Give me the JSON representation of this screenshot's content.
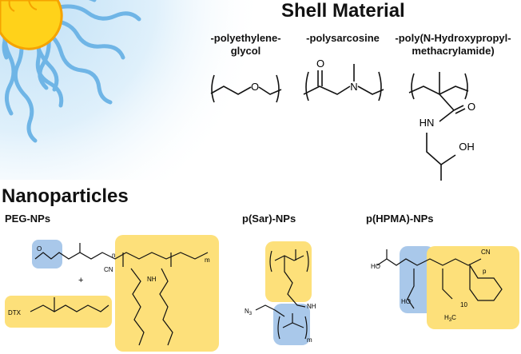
{
  "headings": {
    "shell_material": "Shell Material",
    "nanoparticles": "Nanoparticles"
  },
  "materials": [
    {
      "line1": "-polyethylene-",
      "line2": "glycol"
    },
    {
      "line1": "-polysarcosine",
      "line2": ""
    },
    {
      "line1": "-poly(N-Hydroxypropyl-",
      "line2": "methacrylamide)"
    }
  ],
  "nanoparticles": [
    {
      "label": "PEG-NPs"
    },
    {
      "label": "p(Sar)-NPs"
    },
    {
      "label": "p(HPMA)-NPs"
    }
  ],
  "structure_text": {
    "peg_O": "O",
    "sar_O": "O",
    "sar_N": "N",
    "hpma_O": "O",
    "hpma_HN": "HN",
    "hpma_OH": "OH",
    "plus": "+",
    "dtx": "DTX",
    "n": "n",
    "m": "m",
    "p": "p",
    "cn": "CN",
    "nh": "NH",
    "n3": "N",
    "n3_sub": "3",
    "ho": "HO",
    "sub10": "10",
    "h3c": "H",
    "h3c_sub": "3",
    "h3c_c": "C"
  },
  "colors": {
    "blue_highlight": "#a9c8ea",
    "yellow_highlight": "#fde07a",
    "sun_yellow": "#ffd21a",
    "sun_orange": "#f5a300",
    "tentacle_blue": "#6fb5e6",
    "glow_blue": "#cfe6f7"
  },
  "icons": [
    "nanoparticle-sun-icon"
  ]
}
